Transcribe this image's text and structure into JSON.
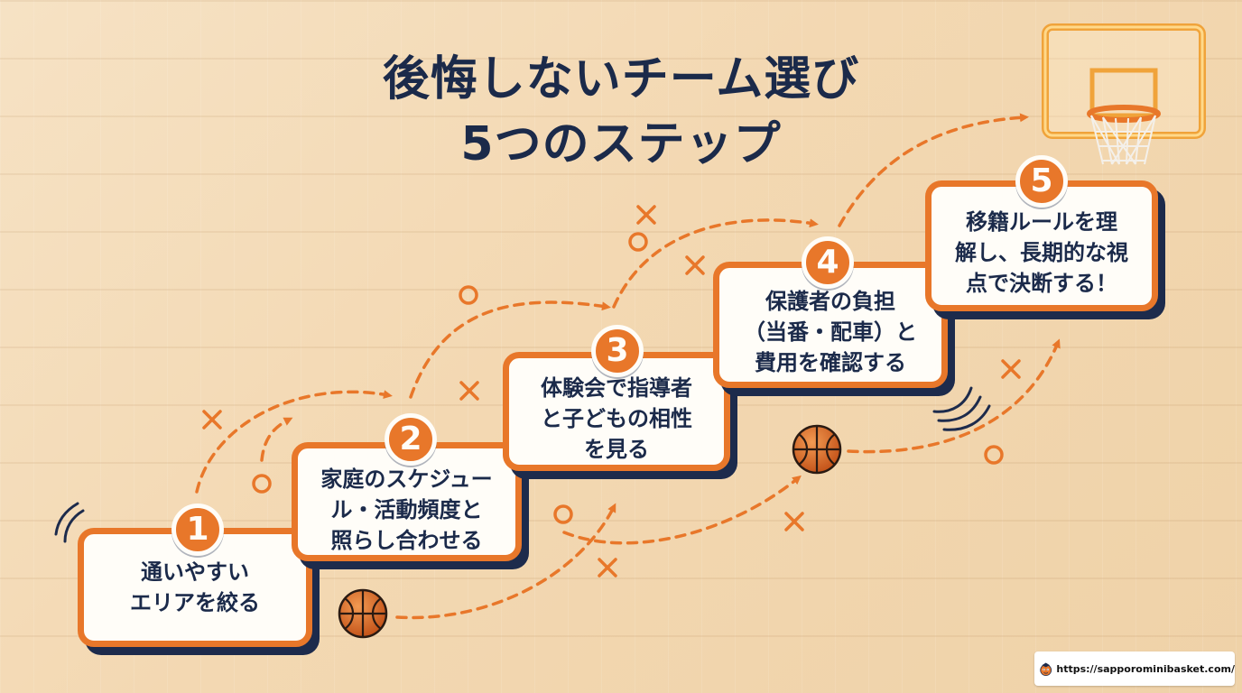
{
  "title": {
    "line1": "後悔しないチーム選び",
    "line2": "5つのステップ"
  },
  "steps": [
    {
      "number": "1",
      "lines": [
        "通いやすい",
        "エリアを絞る"
      ]
    },
    {
      "number": "2",
      "lines": [
        "家庭のスケジュー",
        "ル・活動頻度と",
        "照らし合わせる"
      ]
    },
    {
      "number": "3",
      "lines": [
        "体験会で指導者",
        "と子どもの相性",
        "を見る"
      ]
    },
    {
      "number": "4",
      "lines": [
        "保護者の負担",
        "（当番・配車）と",
        "費用を確認する"
      ]
    },
    {
      "number": "5",
      "lines": [
        "移籍ルールを理",
        "解し、長期的な視",
        "点で決断する！"
      ]
    }
  ],
  "footer": {
    "url": "https://sapporominibasket.com/",
    "mascot_icon": "mascot-icon"
  },
  "colors": {
    "accent": "#e8772a",
    "navy": "#1d2b4c",
    "card": "#fffdf8"
  },
  "icons": [
    "basketball-icon",
    "hoop-icon",
    "x-mark-icon",
    "o-mark-icon",
    "motion-lines-icon"
  ]
}
